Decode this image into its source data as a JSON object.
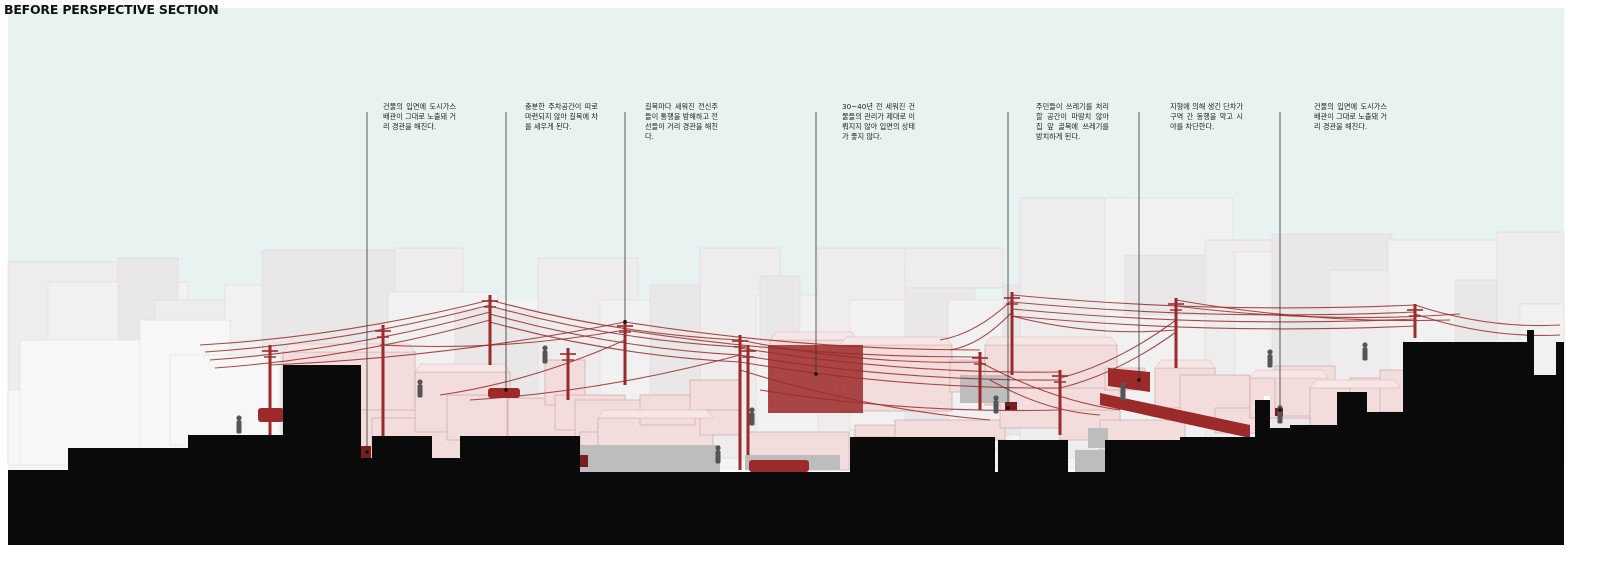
{
  "title": "BEFORE PERSPECTIVE SECTION",
  "colors": {
    "sky": "#e8f2f1",
    "background_buildings": "#f1efef",
    "highlight_buildings": "#f2dcdc",
    "accent_red": "#9c2a2a",
    "ground": "#0a0a0a",
    "paving": "#bdbdbd"
  },
  "annotations": [
    {
      "text": "건물의 입면에 도시가스 배관이 그대로 노출돼 거리 경관을 해친다."
    },
    {
      "text": "충분한 주차공간이 따로 마련되지 않아 길목에 차를 세우게 된다."
    },
    {
      "text": "길목마다 세워진 전신주들이 통행을 방해하고 전선들이 거리 경관을 해친다."
    },
    {
      "text": "30~40년 전 세워진 건물들의 관리가 제대로 이뤄지지 않아 입면의 상태가 좋지 않다."
    },
    {
      "text": "주민들이 쓰레기를 처리할 공간이 마땅치 않아 집 앞 골목에 쓰레기를 방치하게 된다."
    },
    {
      "text": "지형에 의해 생긴 단차가 구역 간 동행을 막고 시야를 차단한다."
    },
    {
      "text": "건물의 입면에 도시가스 배관이 그대로 노출돼 거리 경관을 해친다."
    }
  ]
}
